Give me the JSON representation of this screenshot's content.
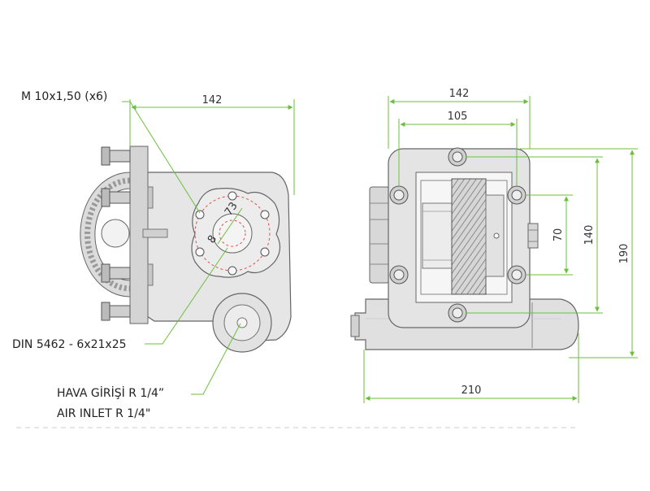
{
  "labels": {
    "thread": "M 10x1,50 (x6)",
    "spline": "DIN 5462 - 6x21x25",
    "inlet_tr": "HAVA GİRİŞİ R 1/4”",
    "inlet_en": "AIR INLET R 1/4\""
  },
  "dimensions": {
    "left_width": "142",
    "right_width": "142",
    "right_inner": "105",
    "height_70": "70",
    "height_140": "140",
    "height_190": "190",
    "bottom_width": "210",
    "circle_73": "73",
    "circle_8": "8"
  },
  "colors": {
    "dimension_line": "#6cbf3c",
    "body_fill": "#e6e6e6",
    "outline": "#666666"
  }
}
